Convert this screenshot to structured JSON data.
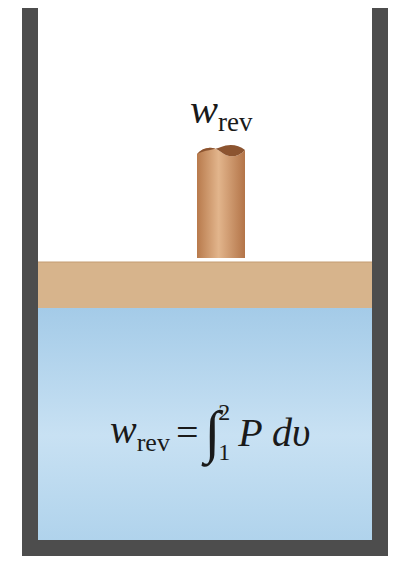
{
  "diagram": {
    "nodes": [
      {
        "text": [
          "w",
          "rev",
          "=",
          "∫",
          "2",
          "1",
          "P dυ"
        ]
      }
    ],
    "labels": [
      "w",
      "rev"
    ]
  }
}
